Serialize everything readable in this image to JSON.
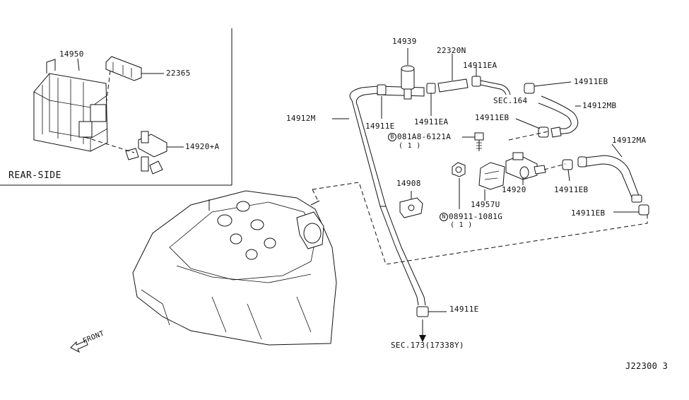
{
  "inset": {
    "title": "REAR-SIDE"
  },
  "labels": {
    "p14950": "14950",
    "p22365": "22365",
    "p14920A": "14920+A",
    "p14939": "14939",
    "p22320N": "22320N",
    "p14911EA_top": "14911EA",
    "p14911EB_top": "14911EB",
    "sec164": "SEC.164",
    "p14912MB": "14912MB",
    "p14912M": "14912M",
    "p14911E_top": "14911E",
    "p14911EA_mid": "14911EA",
    "p14911EB_mid": "14911EB",
    "p14912MA": "14912MA",
    "bolt_code": "081A8-6121A",
    "bolt_prefix": "B",
    "bolt_qty": "( 1 )",
    "p14908": "14908",
    "p14920": "14920",
    "p14911EB_right": "14911EB",
    "p14957U": "14957U",
    "p14911EB_low": "14911EB",
    "nut_prefix": "N",
    "nut_code": "08911-1081G",
    "nut_qty": "( 1 )",
    "p14911E_low": "14911E",
    "sec173": "SEC.173(17338Y)",
    "front": "FRONT",
    "diagram_id": "J22300 3"
  }
}
